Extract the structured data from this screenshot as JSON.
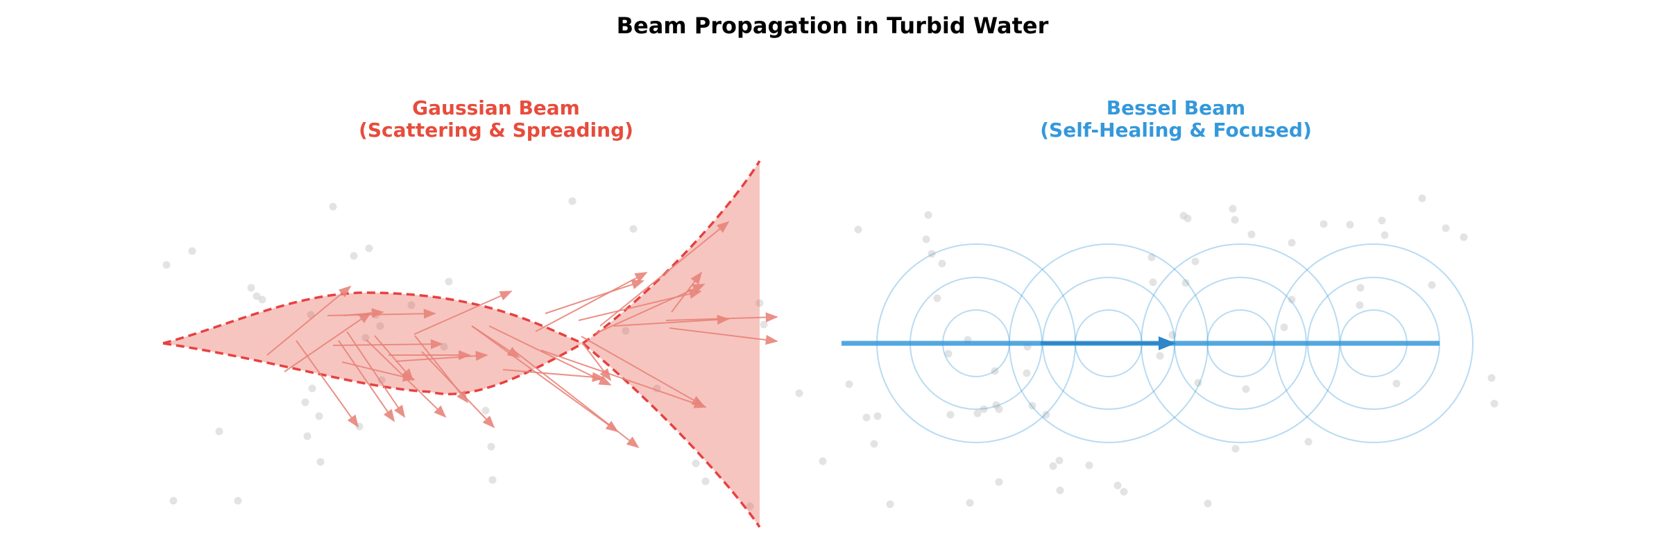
{
  "title": "Beam Propagation in Turbid Water",
  "gaussian": {
    "label_line1": "Gaussian Beam",
    "label_line2": "(Scattering & Spreading)",
    "color": "#e74c3c"
  },
  "bessel": {
    "label_line1": "Bessel Beam",
    "label_line2": "(Self-Healing & Focused)",
    "color": "#3498db"
  },
  "particle_color": "#cccccc"
}
